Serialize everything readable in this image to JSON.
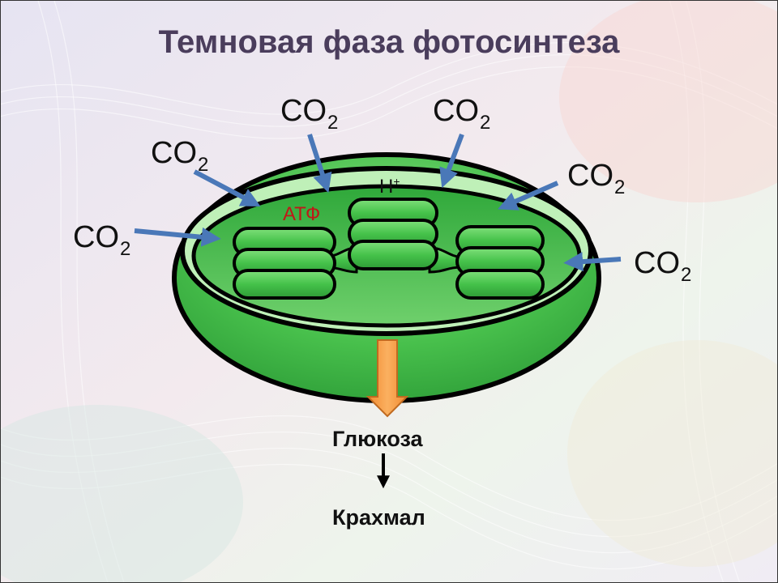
{
  "title": "Темновая фаза фотосинтеза",
  "co2_label": {
    "main": "CO",
    "sub": "2"
  },
  "atp_label": "АТФ",
  "hydrogen_label": {
    "main": "H",
    "sup": "+"
  },
  "products": {
    "first": "Глюкоза",
    "second": "Крахмал"
  },
  "colors": {
    "title": "#4a3d5c",
    "co2_arrow": "#4a78b8",
    "chloroplast": "#3fbb4a",
    "stroma_light": "#8fe08a",
    "output_arrow": "#f5a040",
    "atp_text": "#c01818"
  }
}
